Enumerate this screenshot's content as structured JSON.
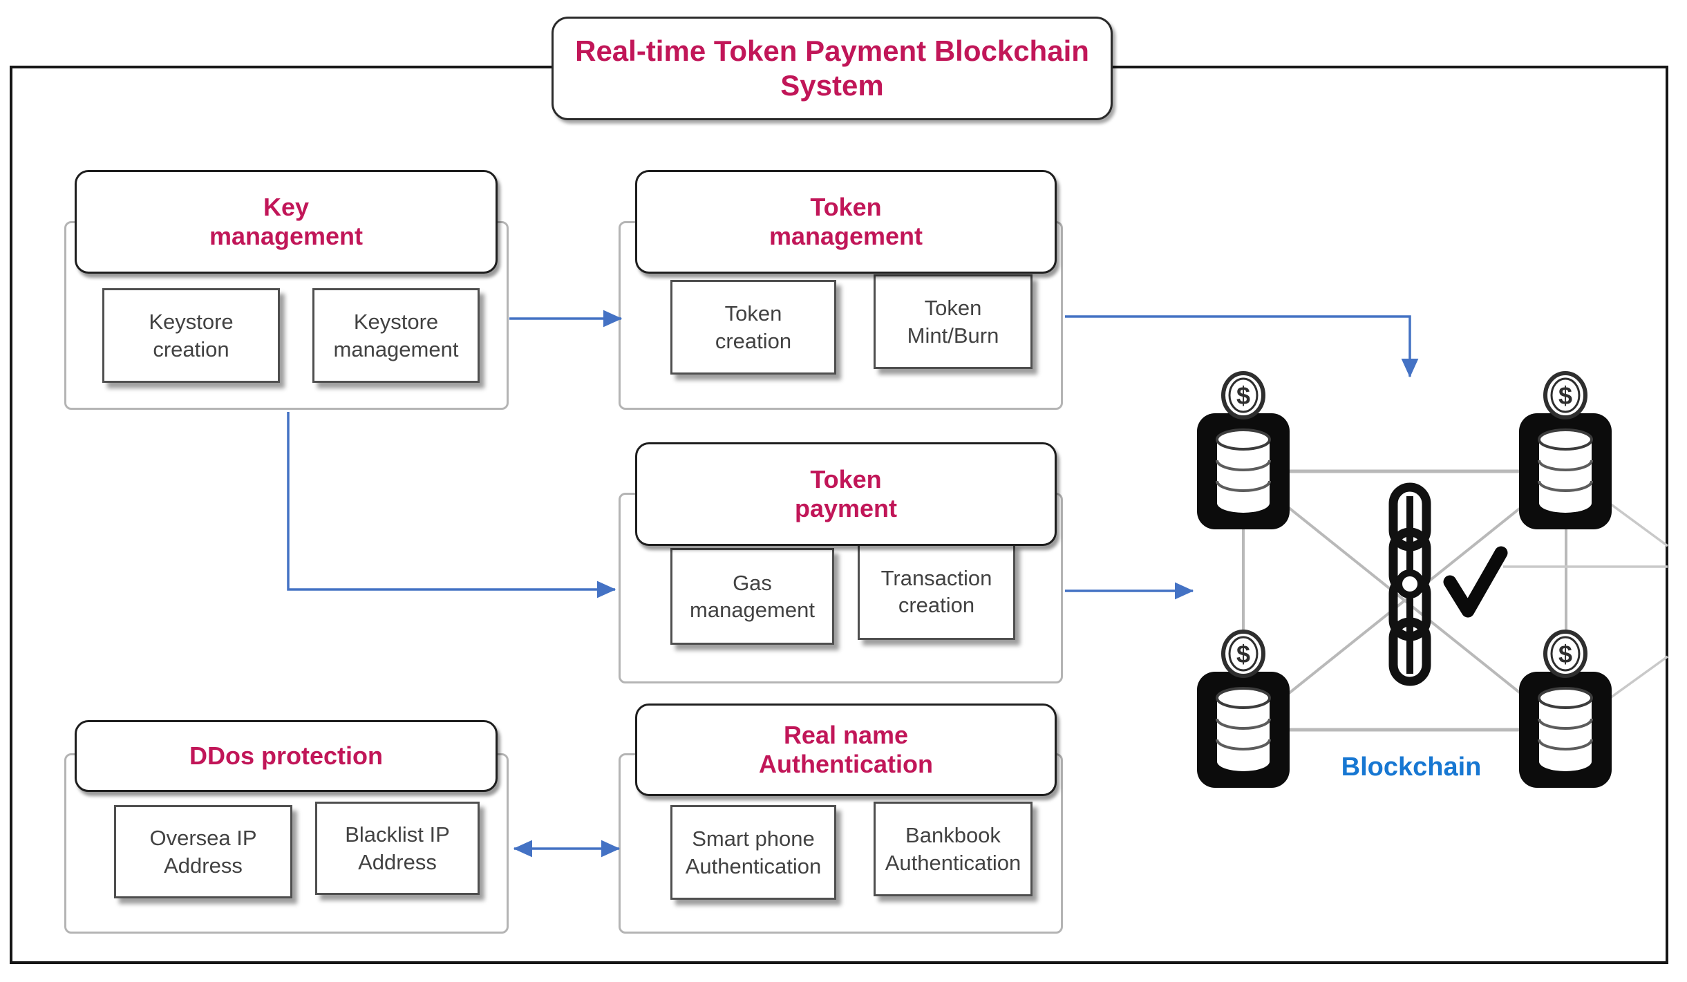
{
  "title": {
    "text": "Real-time Token Payment Blockchain\nSystem"
  },
  "groups": [
    {
      "id": "key-management",
      "title": "Key\nmanagement",
      "items": [
        "Keystore\ncreation",
        "Keystore\nmanagement"
      ]
    },
    {
      "id": "token-management",
      "title": "Token\nmanagement",
      "items": [
        "Token\ncreation",
        "Token\nMint/Burn"
      ]
    },
    {
      "id": "token-payment",
      "title": "Token\npayment",
      "items": [
        "Gas\nmanagement",
        "Transaction\ncreation"
      ]
    },
    {
      "id": "ddos-protection",
      "title": "DDos protection",
      "items": [
        "Oversea IP\nAddress",
        "Blacklist IP\nAddress"
      ]
    },
    {
      "id": "real-name-authentication",
      "title": "Real name\nAuthentication",
      "items": [
        "Smart phone\nAuthentication",
        "Bankbook\nAuthentication"
      ]
    }
  ],
  "blockchain": {
    "label": "Blockchain",
    "node_count": 4,
    "icons": [
      "database-node-icon",
      "dollar-coin-icon",
      "chain-icon",
      "checkmark-icon"
    ]
  },
  "connections": [
    {
      "from": "key-management",
      "to": "token-management",
      "style": "arrow"
    },
    {
      "from": "key-management",
      "to": "token-payment",
      "style": "elbow-arrow"
    },
    {
      "from": "token-management",
      "to": "blockchain",
      "style": "elbow-arrow"
    },
    {
      "from": "token-payment",
      "to": "blockchain",
      "style": "arrow"
    },
    {
      "from": "ddos-protection",
      "to": "real-name-authentication",
      "style": "double-arrow"
    }
  ],
  "colors": {
    "heading_text": "#c11658",
    "item_text": "#424242",
    "arrow": "#4472c4",
    "blockchain_label": "#1777d2",
    "node_black": "#0c0c0c",
    "network_line": "#b9b9b9",
    "container_border": "#b4b4b4",
    "item_border": "#4f4f4f",
    "outer_border": "#161616"
  }
}
